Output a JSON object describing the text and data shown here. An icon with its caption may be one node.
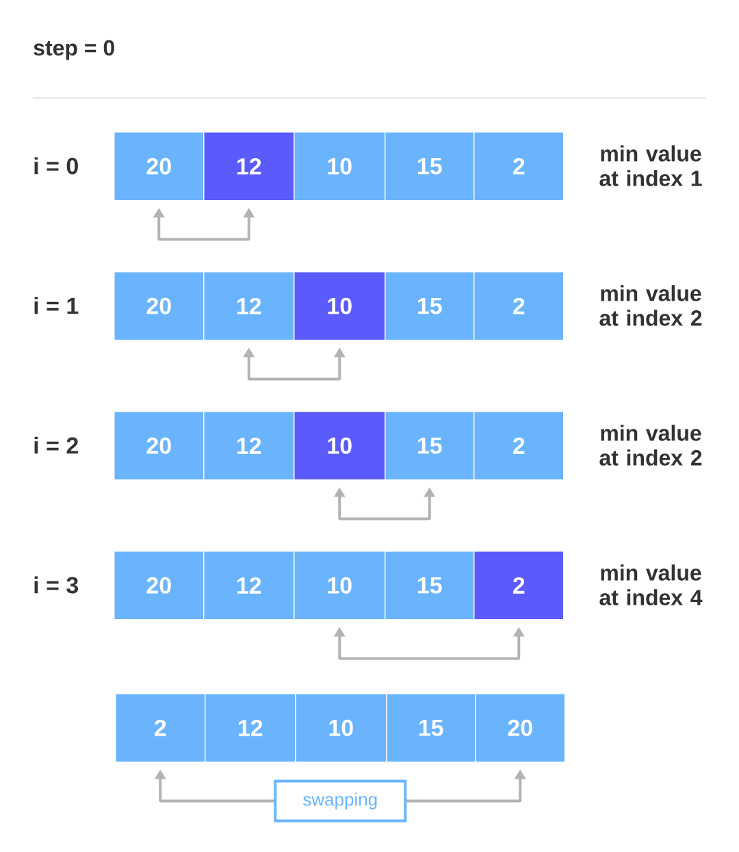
{
  "diagram": {
    "title": "step = 0",
    "nodes": [
      {
        "text": [
          "20"
        ]
      },
      {
        "text": [
          "12"
        ]
      },
      {
        "text": [
          "10"
        ]
      },
      {
        "text": [
          "15"
        ]
      },
      {
        "text": [
          "2"
        ]
      },
      {
        "text": [
          "20"
        ]
      },
      {
        "text": [
          "12"
        ]
      },
      {
        "text": [
          "10"
        ]
      },
      {
        "text": [
          "15"
        ]
      },
      {
        "text": [
          "2"
        ]
      },
      {
        "text": [
          "20"
        ]
      },
      {
        "text": [
          "12"
        ]
      },
      {
        "text": [
          "10"
        ]
      },
      {
        "text": [
          "15"
        ]
      },
      {
        "text": [
          "2"
        ]
      },
      {
        "text": [
          "20"
        ]
      },
      {
        "text": [
          "12"
        ]
      },
      {
        "text": [
          "10"
        ]
      },
      {
        "text": [
          "15"
        ]
      },
      {
        "text": [
          "2"
        ]
      },
      {
        "text": [
          "2"
        ]
      },
      {
        "text": [
          "12"
        ]
      },
      {
        "text": [
          "10"
        ]
      },
      {
        "text": [
          "15"
        ]
      },
      {
        "text": [
          "20"
        ]
      }
    ],
    "edges": [
      {
        "from": 0,
        "to": 1,
        "arrow": "both"
      },
      {
        "from": 6,
        "to": 7,
        "arrow": "both"
      },
      {
        "from": 12,
        "to": 13,
        "arrow": "both"
      },
      {
        "from": 17,
        "to": 19,
        "arrow": "both"
      },
      {
        "from": 20,
        "to": 24,
        "arrow": "both",
        "label": "swapping"
      }
    ],
    "labels": [
      "i = 0",
      "min value at index 1",
      "i = 1",
      "min value at index 2",
      "i = 2",
      "min value at index 2",
      "i = 3",
      "min value at index 4"
    ]
  }
}
